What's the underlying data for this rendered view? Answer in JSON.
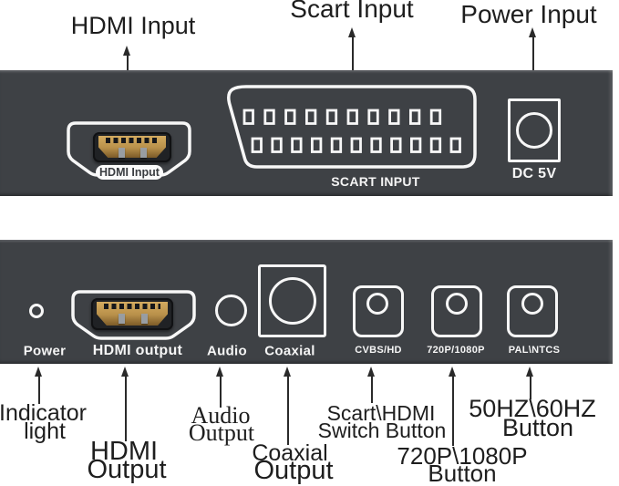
{
  "colors": {
    "panel": "#3e4145",
    "outline": "#f7f7f7",
    "annotation_text": "#1e1e1e",
    "hdmi_gold": "#b8904a"
  },
  "front_panel": {
    "hdmi_pill": "HDMI Input",
    "scart_label": "SCART INPUT",
    "dc_label": "DC 5V"
  },
  "back_panel": {
    "power": "Power",
    "hdmi": "HDMI output",
    "audio": "Audio",
    "coaxial": "Coaxial",
    "btn_cvbs": "CVBS/HD",
    "btn_res": "720P/1080P",
    "btn_pal": "PAL\\NTCS"
  },
  "callouts": {
    "top": [
      {
        "text": "HDMI Input"
      },
      {
        "text": "Scart Input"
      },
      {
        "text": "Power Input"
      }
    ],
    "bottom": [
      {
        "line1": "Indicator",
        "line2": "light"
      },
      {
        "line1": "HDMI",
        "line2": "Output"
      },
      {
        "line1": "Audio",
        "line2": "Output"
      },
      {
        "line1": "Coaxial",
        "line2": "Output"
      },
      {
        "line1": "Scart\\HDMI",
        "line2": "Switch Button"
      },
      {
        "line1": "720P\\1080P",
        "line2": "Button"
      },
      {
        "line1": "50HZ\\60HZ",
        "line2": "Button"
      }
    ]
  }
}
